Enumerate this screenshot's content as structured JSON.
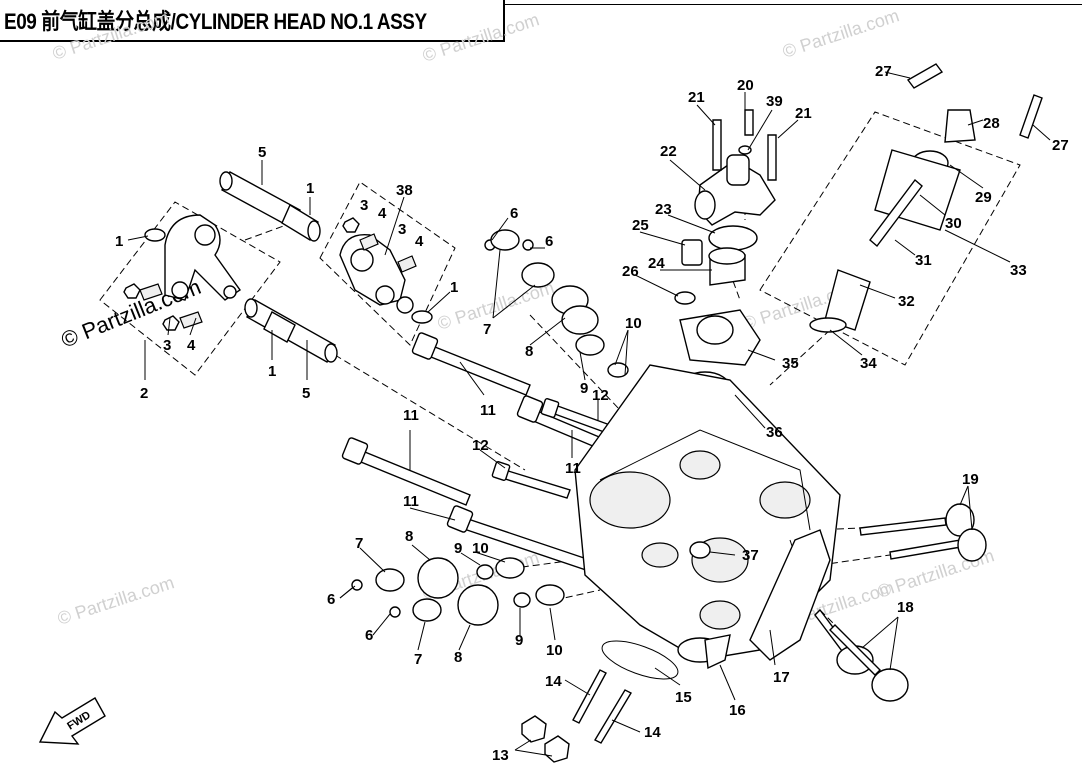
{
  "title": "E09 前气缸盖分总成/CYLINDER HEAD NO.1 ASSY",
  "watermarks": [
    "© Partzilla.com",
    "© Partzilla.com",
    "© Partzilla.com",
    "© Partzilla.com",
    "© Partzilla.com",
    "© Partzilla.com",
    "© Partzilla.com",
    "© Partzilla.com",
    "© Partzilla.com",
    "© Partzilla.com"
  ],
  "fwd_label": "FWD",
  "callouts": {
    "c5a": "5",
    "c1a": "1",
    "c38": "38",
    "c3a": "3",
    "c4a": "4",
    "c3b": "3",
    "c4b": "4",
    "c1b": "1",
    "c1c": "1",
    "c2": "2",
    "c3c": "3",
    "c4c": "4",
    "c1d": "1",
    "c5b": "5",
    "c6a": "6",
    "c6b": "6",
    "c7a": "7",
    "c8a": "8",
    "c9a": "9",
    "c10a": "10",
    "c21a": "21",
    "c20": "20",
    "c39": "39",
    "c21b": "21",
    "c22": "22",
    "c23": "23",
    "c25": "25",
    "c24": "24",
    "c26": "26",
    "c27a": "27",
    "c28": "28",
    "c27b": "27",
    "c29": "29",
    "c30": "30",
    "c31": "31",
    "c33": "33",
    "c32": "32",
    "c34": "34",
    "c35": "35",
    "c11a": "11",
    "c12a": "12",
    "c36": "36",
    "c11b": "11",
    "c12b": "12",
    "c11c": "11",
    "c11d": "11",
    "c7b": "7",
    "c8b": "8",
    "c9b": "9",
    "c10b": "10",
    "c6c": "6",
    "c6d": "6",
    "c7c": "7",
    "c8c": "8",
    "c9c": "9",
    "c10c": "10",
    "c37": "37",
    "c19": "19",
    "c18": "18",
    "c17": "17",
    "c16": "16",
    "c15": "15",
    "c14a": "14",
    "c14b": "14",
    "c13": "13"
  }
}
